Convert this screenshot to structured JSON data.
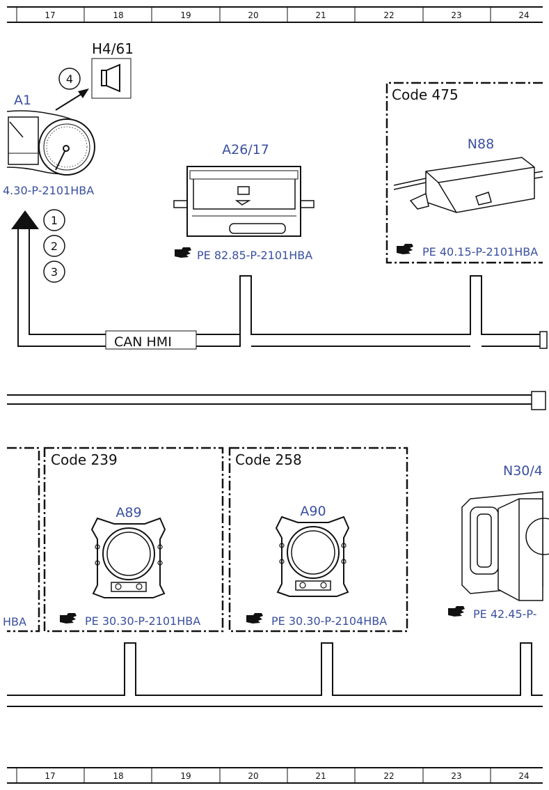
{
  "ruler": {
    "columns": [
      "17",
      "18",
      "19",
      "20",
      "21",
      "22",
      "23",
      "24"
    ]
  },
  "top": {
    "h4_label": "H4/61",
    "callout_4": "4",
    "a1_label": "A1",
    "a1_ref": "4.30-P-2101HBA",
    "callouts": [
      "1",
      "2",
      "3"
    ],
    "a26_label": "A26/17",
    "a26_ref": "PE 82.85-P-2101HBA",
    "code475_title": "Code 475",
    "n88_label": "N88",
    "n88_ref": "PE 40.15-P-2101HBA",
    "can_label": "CAN HMI"
  },
  "bottom": {
    "left_ref": "HBA",
    "code239_title": "Code 239",
    "a89_label": "A89",
    "a89_ref": "PE 30.30-P-2101HBA",
    "code258_title": "Code 258",
    "a90_label": "A90",
    "a90_ref": "PE 30.30-P-2104HBA",
    "n30_label": "N30/4",
    "n30_ref": "PE 42.45-P-"
  },
  "colors": {
    "ref_blue": "#3a4fa0",
    "line": "#111111"
  },
  "icons": {
    "ref_pointer": "pointing-hand-icon",
    "speaker": "speaker-icon"
  }
}
